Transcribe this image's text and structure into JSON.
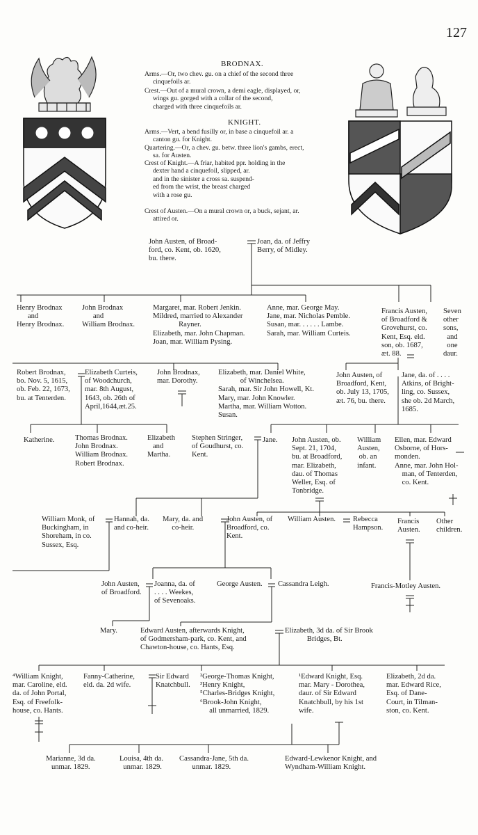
{
  "page_number": "127",
  "arms": {
    "brodnax": {
      "title": "BRODNAX.",
      "arms": "Arms.—Or, two chev. gu. on a chief of the second three\n     cinquefoils ar.",
      "crest": "Crest.—Out of a mural crown, a demi eagle, displayed, or,\n     wings gu. gorged with a collar of the second,\n     charged with three cinquefoils ar."
    },
    "knight": {
      "title": "KNIGHT.",
      "arms": "Arms.—Vert, a bend fusilly or, in base a cinquefoil ar. a\n     canton gu. for Knight.",
      "quartering": "Quartering.—Or, a chev. gu. betw. three lion's gambs, erect,\n     sa. for Austen.",
      "crest_knight": "Crest of Knight.—A friar, habited ppr. holding in the\n     dexter hand a cinquefoil, slipped, ar.\n     and in the sinister a cross sa. suspend-\n     ed from the wrist, the breast charged\n     with a rose gu.",
      "crest_austen": "Crest of Austen.—On a mural crown or, a buck, sejant, ar.\n     attired or."
    }
  },
  "gen1": {
    "john": "John Austen, of Broad-\nford, co. Kent, ob. 1620,\nbu. there.",
    "joan": "Joan, da. of Jeffry\nBerry, of Midley."
  },
  "gen2": {
    "henry": "Henry Brodnax\n      and\nHenry Brodnax.",
    "johnw": "John Brodnax\n      and\nWilliam Brodnax.",
    "margaret": "Margaret, mar. Robert Jenkin.\nMildred, married to Alexander\n              Rayner.\nElizabeth, mar. John Chapman.\nJoan, mar. William Pysing.",
    "anne": "Anne, mar. George May.\nJane, mar. Nicholas Pemble.\nSusan, mar. . . . . . Lambe.\nSarah, mar. William Curteis.",
    "francis": "Francis Austen,\nof Broadford &\nGrovehurst, co.\nKent, Esq. eld.\nson, ob. 1687,\næt. 88.",
    "seven": "Seven\nother\nsons,\n  and\n  one\ndaur."
  },
  "gen3": {
    "robert": "Robert Brodnax,\nbo. Nov. 5, 1615,\nob. Feb. 22, 1673,\nbu. at Tenterden.",
    "elizabeth": "Elizabeth Curteis,\nof Woodchurch,\nmar. 8th August,\n1643, ob. 26th of\nApril,1644,æt.25.",
    "johnb": "John Brodnax,\nmar. Dorothy.",
    "elizw": "Elizabeth, mar. Daniel White,\n            of Winchelsea.\nSarah, mar. Sir John Howell, Kt.\nMary, mar. John Knowler.\nMartha, mar. William Wotton.\nSusan.",
    "johna": "John Austen, of\nBroadford, Kent,\nob. July 13, 1705,\næt. 76, bu. there.",
    "jane": "Jane, da. of . . . .\nAtkins, of Bright-\nling, co. Sussex,\nshe ob. 2d March,\n1685."
  },
  "gen4": {
    "katherine": "Katherine.",
    "thomas": "Thomas Brodnax.\nJohn Brodnax.\nWilliam Brodnax.\nRobert Brodnax.",
    "elizm": "Elizabeth\n   and\nMartha.",
    "stephen": "Stephen Stringer,\nof Goudhurst, co.\nKent.",
    "janeb": "Jane.",
    "johnob": "John Austen, ob.\nSept. 21, 1704,\nbu. at Broadford,\nmar. Elizabeth,\ndau. of Thomas\nWeller, Esq. of\nTonbridge.",
    "william": "William\nAusten,\n ob. an\ninfant.",
    "ellen": "Ellen, mar. Edward\nOsborne, of Hors-\nmonden.\nAnne, mar. John Hol-\n    man, of Tenterden,\n    co. Kent."
  },
  "gen5": {
    "monk": "William Monk, of\nBuckingham, in\nShoreham, in co.\nSussex, Esq.",
    "hannah": "Hannah, da.\nand co-heir.",
    "mary": "Mary, da. and\n     co-heir.",
    "johnb": "John Austen, of\nBroadford, co.\nKent.",
    "william": "William Austen.",
    "rebecca": "Rebecca\nHampson.",
    "francis": "Francis\nAusten.",
    "other": "Other\nchildren."
  },
  "gen6": {
    "john": "John Austen,\nof Broadford.",
    "joanna": "Joanna, da. of\n. . . . Weekes,\nof Sevenoaks.",
    "george": "George Austen.",
    "cassandra": "Cassandra Leigh.",
    "fm": "Francis-Motley Austen."
  },
  "gen7": {
    "mary": "Mary.",
    "edward": "Edward Austen, afterwards Knight,\nof Godmersham-park, co. Kent, and\nChawton-house, co. Hants, Esq.",
    "elizabeth": "Elizabeth, 3d da. of Sir Brook\n            Bridges, Bt."
  },
  "gen8": {
    "william": "⁴William Knight,\nmar. Caroline, eld.\nda. of John Portal,\nEsq. of Freefolk-\nhouse, co. Hants.",
    "fanny": "Fanny-Catherine,\neld. da. 2d wife.",
    "sir": "Sir Edward\nKnatchbull.",
    "george": "²George-Thomas Knight,\n³Henry Knight,\n⁵Charles-Bridges Knight,\n⁶Brook-John Knight,\n     all unmarried, 1829.",
    "edward": "¹Edward Knight, Esq.\nmar. Mary - Dorothea,\ndaur. of Sir Edward\nKnatchbull, by his 1st\nwife.",
    "elizabeth": "Elizabeth, 2d da.\nmar. Edward Rice,\nEsq. of Dane-\nCourt, in Tilman-\nston, co. Kent."
  },
  "gen9": {
    "marianne": "Marianne, 3d da.\n   unmar. 1829.",
    "louisa": "Louisa, 4th da.\n  unmar. 1829.",
    "cassandra": "Cassandra-Jane, 5th da.\n       unmar. 1829.",
    "edwardl": "Edward-Lewkenor Knight, and\nWyndham-William Knight."
  }
}
